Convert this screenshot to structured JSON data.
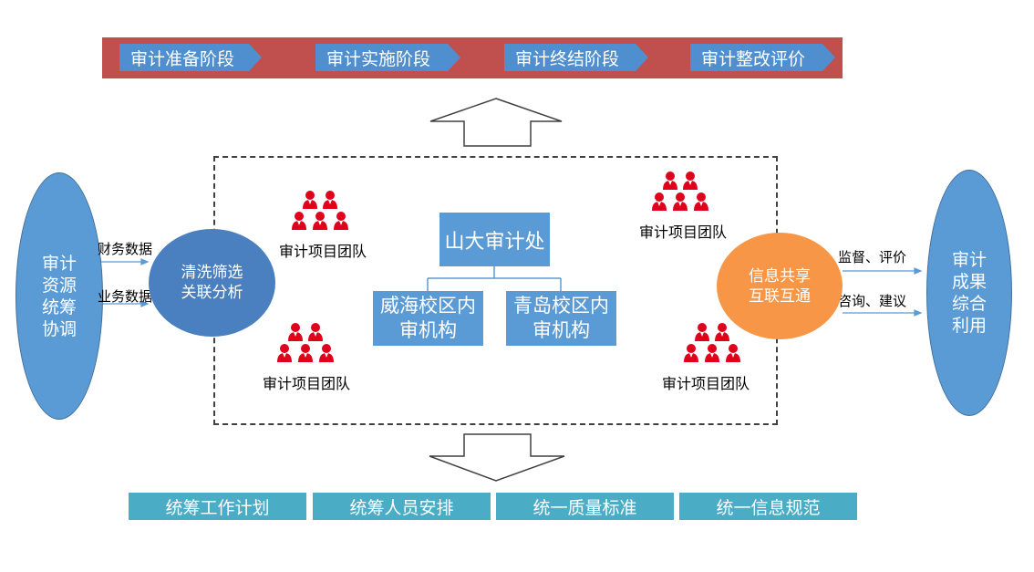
{
  "stages": [
    "审计准备阶段",
    "审计实施阶段",
    "审计终结阶段",
    "审计整改评价"
  ],
  "left_ellipse": [
    "审计",
    "资源",
    "统筹",
    "协调"
  ],
  "right_ellipse": [
    "审计",
    "成果",
    "综合",
    "利用"
  ],
  "clean_circle": [
    "清洗筛选",
    "关联分析"
  ],
  "share_circle": [
    "信息共享",
    "互联互通"
  ],
  "inputs": {
    "finance": "财务数据",
    "business": "业务数据"
  },
  "outputs": {
    "supervise": "监督、评价",
    "consult": "咨询、建议"
  },
  "org": {
    "office": "山大审计处",
    "weihai": [
      "威海校区内",
      "审机构"
    ],
    "qingdao": [
      "青岛校区内",
      "审机构"
    ]
  },
  "team_label": "审计项目团队",
  "bottom": [
    "统筹工作计划",
    "统筹人员安排",
    "统一质量标准",
    "统一信息规范"
  ],
  "colors": {
    "banner": "#c0504d",
    "stage": "#4f8fd0",
    "ellipse": "#5b9bd5",
    "share": "#f79646",
    "bottom": "#4bacc6",
    "people": "#e0001b"
  }
}
